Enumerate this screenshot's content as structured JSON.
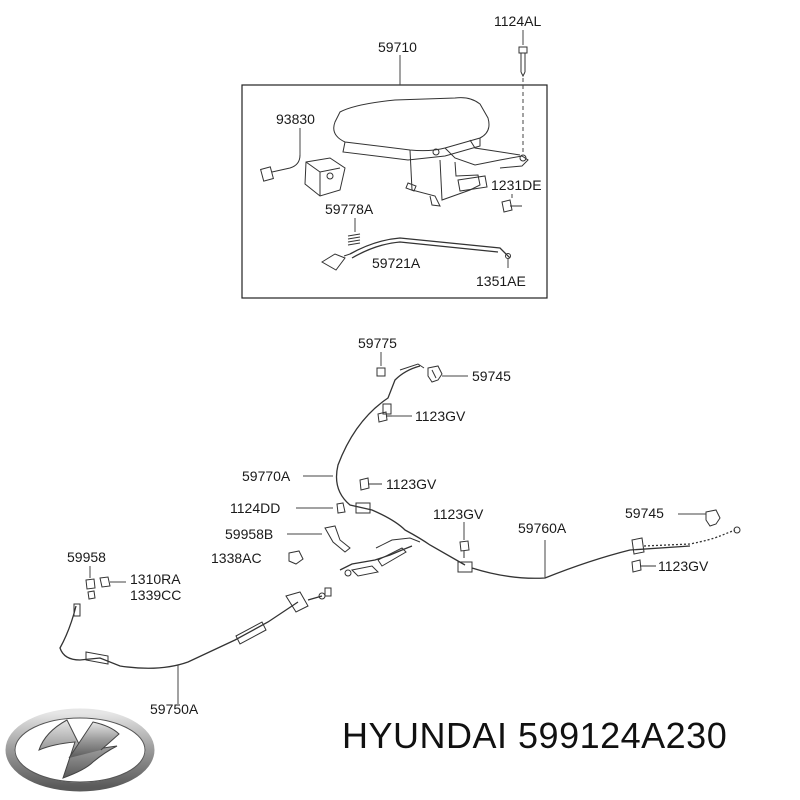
{
  "labels": {
    "l_1124AL": "1124AL",
    "l_59710": "59710",
    "l_93830": "93830",
    "l_1231DE": "1231DE",
    "l_59778A": "59778A",
    "l_59721A": "59721A",
    "l_1351AE": "1351AE",
    "l_59775": "59775",
    "l_59745a": "59745",
    "l_1123GVa": "1123GV",
    "l_59770A": "59770A",
    "l_1123GVb": "1123GV",
    "l_1124DD": "1124DD",
    "l_59958B": "59958B",
    "l_1338AC": "1338AC",
    "l_1123GVc": "1123GV",
    "l_59760A": "59760A",
    "l_59745b": "59745",
    "l_1123GVd": "1123GV",
    "l_59958": "59958",
    "l_1310RA": "1310RA",
    "l_1339CC": "1339CC",
    "l_59750A": "59750A"
  },
  "brand": "HYUNDAI 599124A230",
  "logo_icon": "hyundai-logo-icon"
}
